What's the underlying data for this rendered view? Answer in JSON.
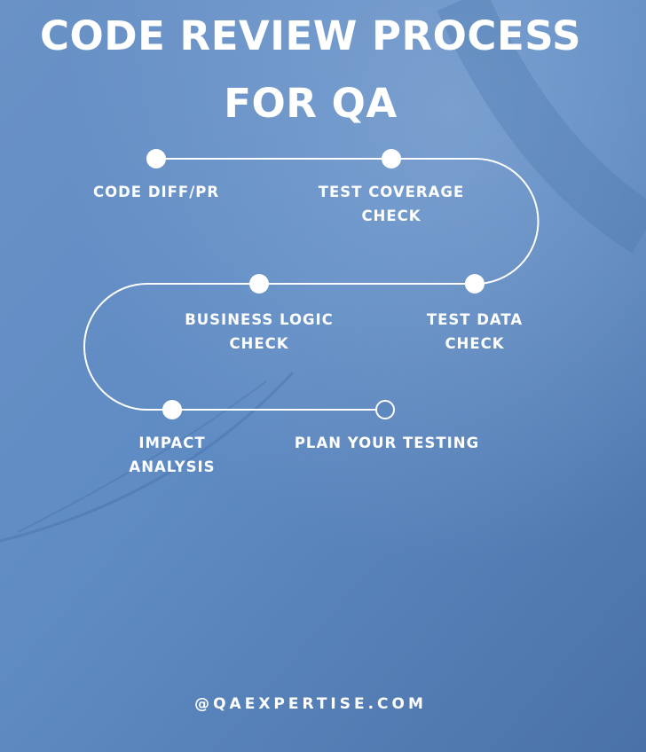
{
  "title": {
    "line1": "CODE REVIEW PROCESS",
    "line2": "FOR QA"
  },
  "steps": [
    {
      "lines": [
        "CODE DIFF/PR"
      ]
    },
    {
      "lines": [
        "TEST COVERAGE",
        "CHECK"
      ]
    },
    {
      "lines": [
        "TEST DATA",
        "CHECK"
      ]
    },
    {
      "lines": [
        "BUSINESS LOGIC",
        "CHECK"
      ]
    },
    {
      "lines": [
        "IMPACT",
        "ANALYSIS"
      ]
    },
    {
      "lines": [
        "PLAN YOUR TESTING"
      ]
    }
  ],
  "footer": {
    "handle": "@QAEXPERTISE.COM"
  },
  "colors": {
    "background": "#5b85bd",
    "text": "#ffffff",
    "path": "#ffffff"
  }
}
